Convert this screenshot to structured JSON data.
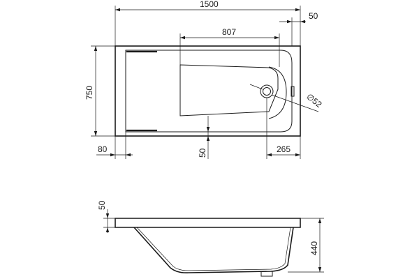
{
  "dimensions": {
    "total_length": "1500",
    "rim_right_offset": "50",
    "basin_length": "807",
    "width": "750",
    "drain_diameter": "∅52",
    "left_rim": "80",
    "bottom_rim": "50",
    "drain_offset": "265",
    "side_rim_height": "50",
    "total_height": "440"
  }
}
